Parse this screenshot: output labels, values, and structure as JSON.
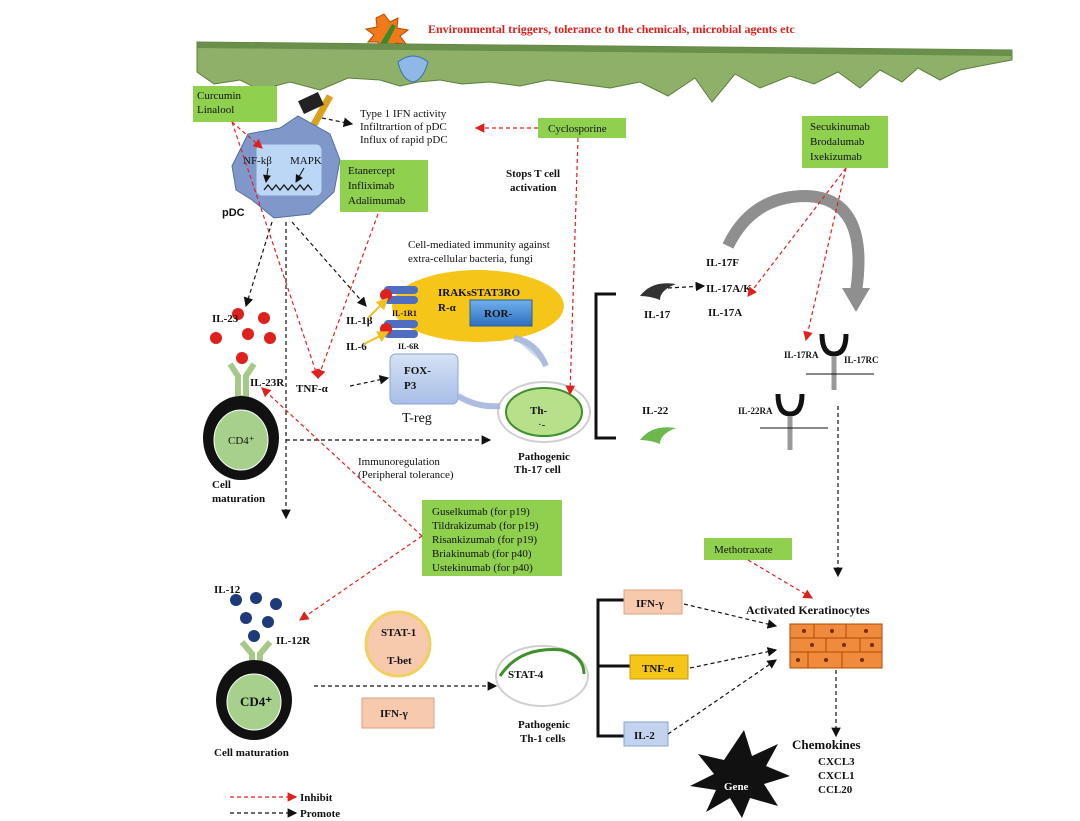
{
  "header": {
    "title": "Environmental triggers, tolerance to the chemicals, microbial agents etc"
  },
  "drugs": {
    "curcumin": [
      "Curcumin",
      "Linalool"
    ],
    "cyclosporine": "Cyclosporine",
    "tnf_inhibitors": [
      "Etanercept",
      "Infliximab",
      "Adalimumab"
    ],
    "il17_inhibitors": [
      "Secukinumab",
      "Brodalumab",
      "Ixekizumab"
    ],
    "il23_inhibitors": [
      "Guselkumab (for p19)",
      "Tildrakizumab (for p19)",
      "Risankizumab (for p19)",
      "Briakinumab (for p40)",
      "Ustekinumab (for p40)"
    ],
    "methotrexate": "Methotraxate"
  },
  "pdc": {
    "label": "pDC",
    "nfkb": "NF-kβ",
    "mapk": "MAPK"
  },
  "notes": {
    "ifn_activity": [
      "Type 1 IFN activity",
      "Infiltrartion of pDC",
      "Influx of rapid pDC"
    ],
    "stops_t_cell": [
      "Stops T cell",
      "activation"
    ],
    "cell_mediated": [
      "Cell-mediated immunity against",
      "extra-cellular bacteria, fungi"
    ],
    "immunoregulation": [
      "Immunoregulation",
      "(Peripheral tolerance)"
    ]
  },
  "cytokines": {
    "il23": "IL-23",
    "il23r": "IL-23R",
    "il1b": "IL-1β",
    "il1r1": "IL-1R1",
    "il6": "IL-6",
    "il6r": "IL-6R",
    "tnf_a": "TNF-α",
    "il17": "IL-17",
    "il22": "IL-22",
    "il17f": "IL-17F",
    "il17ak": "IL-17A/K",
    "il17a": "IL-17A",
    "il17ra": "IL-17RA",
    "il17rc": "IL-17RC",
    "il22ra": "IL-22RA",
    "il12": "IL-12",
    "il12r": "IL-12R"
  },
  "th17_signal": {
    "text": [
      "IRAKsSTAT3RO",
      "R-α"
    ],
    "ror": "ROR-"
  },
  "treg": {
    "fox": [
      "FOX-",
      "P3"
    ],
    "label": "T-reg"
  },
  "th17_cell": {
    "label": "Th-",
    "label2": "·-",
    "caption": [
      "Pathogenic",
      "Th-17 cell"
    ]
  },
  "cd4_top": {
    "label": "CD4⁺",
    "caption": [
      "Cell",
      "maturation"
    ]
  },
  "cd4_bottom": {
    "label": "CD4⁺",
    "caption": "Cell maturation"
  },
  "th1": {
    "stat1": "STAT-1",
    "tbet": "T-bet",
    "ifn_g_box": "IFN-γ",
    "stat4": "STAT-4",
    "caption": [
      "Pathogenic",
      "Th-1 cells"
    ],
    "out_ifn": "IFN-γ",
    "out_tnf": "TNF-α",
    "out_il2": "IL-2"
  },
  "keratinocytes": {
    "label": "Activated Keratinocytes",
    "chemokines_title": "Chemokines",
    "chemokines": [
      "CXCL3",
      "CXCL1",
      "CCL20"
    ],
    "gene": "Gene"
  },
  "legend": {
    "inhibit": "Inhibit",
    "promote": "Promote"
  },
  "colors": {
    "drug_box": "#8fd14f",
    "inhibit": "#e0201c",
    "skin": "#8fb068",
    "th17_oval": "#f5c518",
    "ror_box": "#4a8fd9"
  }
}
